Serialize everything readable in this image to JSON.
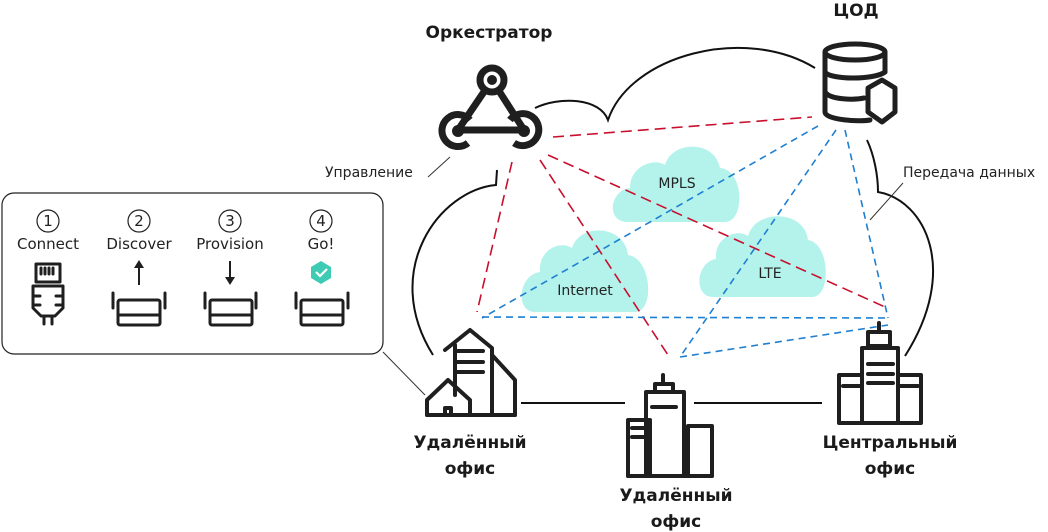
{
  "nodes": {
    "orchestrator": "Оркестратор",
    "datacenter": "ЦОД",
    "remote_office_1": [
      "Удалённый",
      "офис"
    ],
    "remote_office_2": [
      "Удалённый",
      "офис"
    ],
    "central_office": [
      "Центральный",
      "офис"
    ]
  },
  "annotations": {
    "management": "Управление",
    "data_transfer": "Передача данных"
  },
  "networks": [
    "MPLS",
    "Internet",
    "LTE"
  ],
  "steps": [
    {
      "number": "1",
      "label": "Connect",
      "icon": "ethernet-plug-icon"
    },
    {
      "number": "2",
      "label": "Discover",
      "icon": "router-arrow-up-icon"
    },
    {
      "number": "3",
      "label": "Provision",
      "icon": "router-arrow-down-icon"
    },
    {
      "number": "4",
      "label": "Go!",
      "icon": "router-check-icon"
    }
  ],
  "colors": {
    "control_link": "#c8102e",
    "data_link": "#1f7fd0",
    "network_cloud": "#b4f3ec",
    "check_badge": "#3ecbb3"
  }
}
